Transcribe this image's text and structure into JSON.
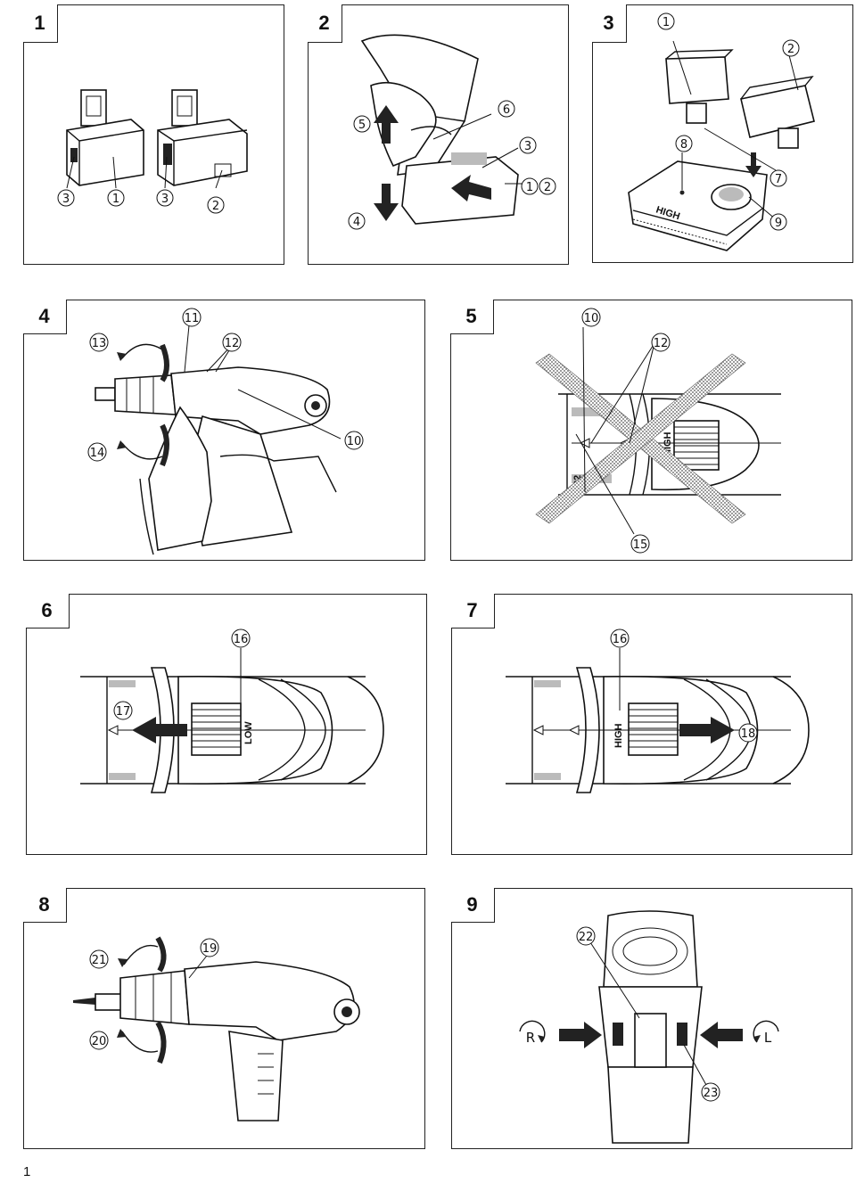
{
  "page_number": "1",
  "panels": [
    {
      "number": "1",
      "callouts": [
        "3",
        "1",
        "3",
        "2"
      ]
    },
    {
      "number": "2",
      "callouts": [
        "6",
        "5",
        "3",
        "1",
        "2",
        "4"
      ]
    },
    {
      "number": "3",
      "callouts": [
        "1",
        "2",
        "8",
        "7",
        "9"
      ]
    },
    {
      "number": "4",
      "callouts": [
        "11",
        "13",
        "12",
        "14",
        "10"
      ]
    },
    {
      "number": "5",
      "callouts": [
        "10",
        "12",
        "15"
      ],
      "labels": [
        "HIGH",
        "22"
      ]
    },
    {
      "number": "6",
      "callouts": [
        "16",
        "17"
      ],
      "labels": [
        "LOW"
      ]
    },
    {
      "number": "7",
      "callouts": [
        "16",
        "18"
      ],
      "labels": [
        "HIGH"
      ]
    },
    {
      "number": "8",
      "callouts": [
        "21",
        "19",
        "20"
      ]
    },
    {
      "number": "9",
      "callouts": [
        "22",
        "23"
      ],
      "labels": [
        "R",
        "L"
      ]
    }
  ]
}
